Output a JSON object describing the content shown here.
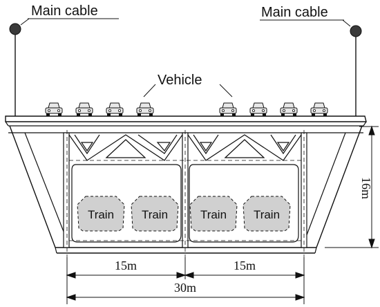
{
  "labels": {
    "main_cable_left": "Main cable",
    "main_cable_right": "Main cable",
    "vehicle": "Vehicle",
    "height": "16m",
    "width_left": "15m",
    "width_right": "15m",
    "width_total": "30m"
  },
  "trains": [
    "Train",
    "Train",
    "Train",
    "Train"
  ],
  "vehicle_count": 8,
  "colors": {
    "stroke": "#111111",
    "train_fill": "#d0d0d0",
    "cable_anchor": "#3a3a3a",
    "vehicle_fill": "#e8e8e8"
  }
}
